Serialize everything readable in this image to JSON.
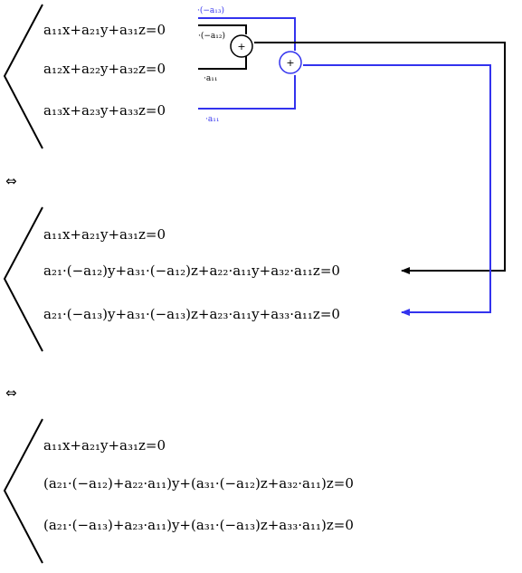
{
  "colors": {
    "black": "#000000",
    "blue": "#3333ee",
    "node_fill": "#ffffff"
  },
  "equivalence_symbol": "⇔",
  "operator_symbol": "+",
  "system1": [
    "a₁₁x+a₂₁y+a₃₁z=0",
    "a₁₂x+a₂₂y+a₃₂z=0",
    "a₁₃x+a₂₃y+a₃₃z=0"
  ],
  "multipliers": {
    "eq1_to_node1": "·(−a₁₂)",
    "eq1_to_node2": "·(−a₁₃)",
    "eq2_to_node1": "·a₁₁",
    "eq3_to_node2": "·a₁₁"
  },
  "system2": [
    "a₁₁x+a₂₁y+a₃₁z=0",
    "a₂₁·(−a₁₂)y+a₃₁·(−a₁₂)z+a₂₂·a₁₁y+a₃₂·a₁₁z=0",
    "a₂₁·(−a₁₃)y+a₃₁·(−a₁₃)z+a₂₃·a₁₁y+a₃₃·a₁₁z=0"
  ],
  "system3": [
    "a₁₁x+a₂₁y+a₃₁z=0",
    "(a₂₁·(−a₁₂)+a₂₂·a₁₁)y+(a₃₁·(−a₁₂)z+a₃₂·a₁₁)z=0",
    "(a₂₁·(−a₁₃)+a₂₃·a₁₁)y+(a₃₁·(−a₁₃)z+a₃₃·a₁₁)z=0"
  ]
}
